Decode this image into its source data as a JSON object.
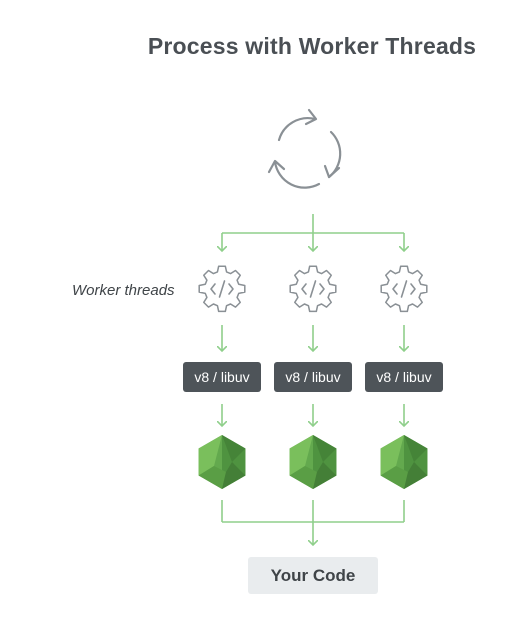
{
  "title": "Process with Worker Threads",
  "worker_label": "Worker threads",
  "threads": [
    {
      "icon": "gear-code-icon",
      "engine_label": "v8 / libuv",
      "runtime_icon": "nodejs-hexagon-icon"
    },
    {
      "icon": "gear-code-icon",
      "engine_label": "v8 / libuv",
      "runtime_icon": "nodejs-hexagon-icon"
    },
    {
      "icon": "gear-code-icon",
      "engine_label": "v8 / libuv",
      "runtime_icon": "nodejs-hexagon-icon"
    }
  ],
  "process_icon": "cycle-arrows-icon",
  "output_label": "Your Code",
  "colors": {
    "arrow": "#8fcf8b",
    "icon_stroke": "#8a9095",
    "chip_bg": "#4e5459",
    "hex_dark": "#4a8c3d",
    "hex_mid": "#63a94e",
    "hex_light": "#7cc15e",
    "output_bg": "#e9ecee"
  }
}
